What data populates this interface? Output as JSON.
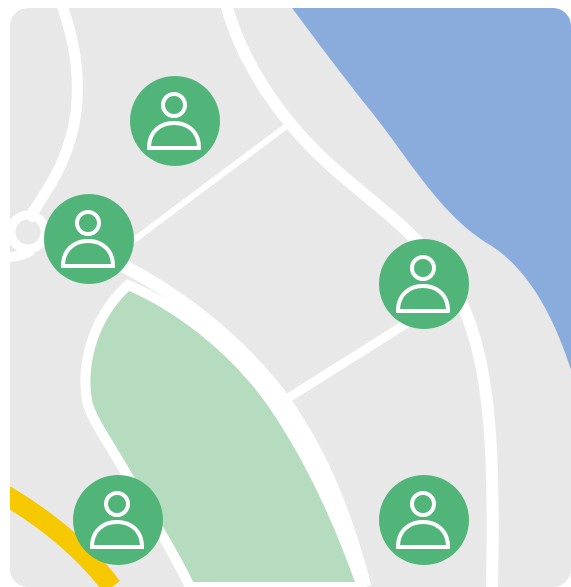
{
  "map": {
    "colors": {
      "land": "#E8E8E8",
      "water": "#8AACDC",
      "park": "#B5DCBF",
      "road": "#FFFFFF",
      "highway": "#F6C800",
      "marker": "#51B57A",
      "marker_icon": "#FFFFFF"
    },
    "markers": [
      {
        "id": "person-1",
        "icon": "person-icon"
      },
      {
        "id": "person-2",
        "icon": "person-icon"
      },
      {
        "id": "person-3",
        "icon": "person-icon"
      },
      {
        "id": "person-4",
        "icon": "person-icon"
      },
      {
        "id": "person-5",
        "icon": "person-icon"
      }
    ]
  }
}
